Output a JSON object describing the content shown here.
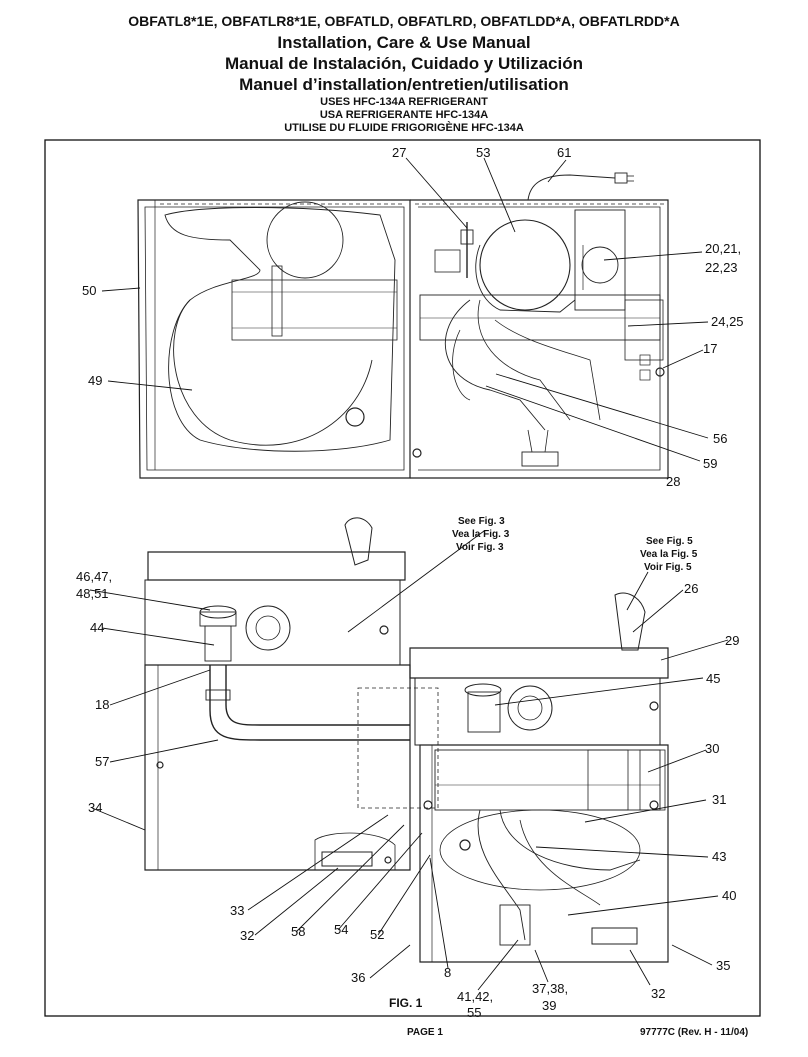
{
  "header": {
    "models": "OBFATL8*1E, OBFATLR8*1E, OBFATLD, OBFATLRD, OBFATLDD*A, OBFATLRDD*A",
    "title_en": "Installation, Care & Use Manual",
    "title_es": "Manual de Instalación, Cuidado y Utilización",
    "title_fr": "Manuel d’installation/entretien/utilisation",
    "refrigerant_en": "USES HFC-134A REFRIGERANT",
    "refrigerant_es": "USA REFRIGERANTE HFC-134A",
    "refrigerant_fr": "UTILISE DU FLUIDE FRIGORIGÈNE HFC-134A"
  },
  "diagram": {
    "labels": {
      "l27": "27",
      "l53": "53",
      "l61": "61",
      "l20": "20,21,",
      "l22": "22,23",
      "l50": "50",
      "l2425": "24,25",
      "l17": "17",
      "l49": "49",
      "l56": "56",
      "l59": "59",
      "l28": "28",
      "l4647": "46,47,",
      "l4851": "48,51",
      "l26": "26",
      "l44": "44",
      "l29": "29",
      "l18": "18",
      "l45": "45",
      "l57": "57",
      "l30": "30",
      "l31": "31",
      "l34": "34",
      "l43": "43",
      "l40": "40",
      "l33": "33",
      "l32a": "32",
      "l58": "58",
      "l54": "54",
      "l52": "52",
      "l36": "36",
      "l8": "8",
      "l35": "35",
      "l4142": "41,42,",
      "l55": "55",
      "l3738": "37,38,",
      "l39": "39",
      "l32b": "32"
    },
    "notes": {
      "fig3_en": "See Fig. 3",
      "fig3_es": "Vea la Fig. 3",
      "fig3_fr": "Voir Fig. 3",
      "fig5_en": "See Fig. 5",
      "fig5_es": "Vea la Fig. 5",
      "fig5_fr": "Voir Fig. 5"
    },
    "figure_label": "FIG. 1"
  },
  "footer": {
    "page": "PAGE 1",
    "revision": "97777C (Rev. H - 11/04)"
  }
}
